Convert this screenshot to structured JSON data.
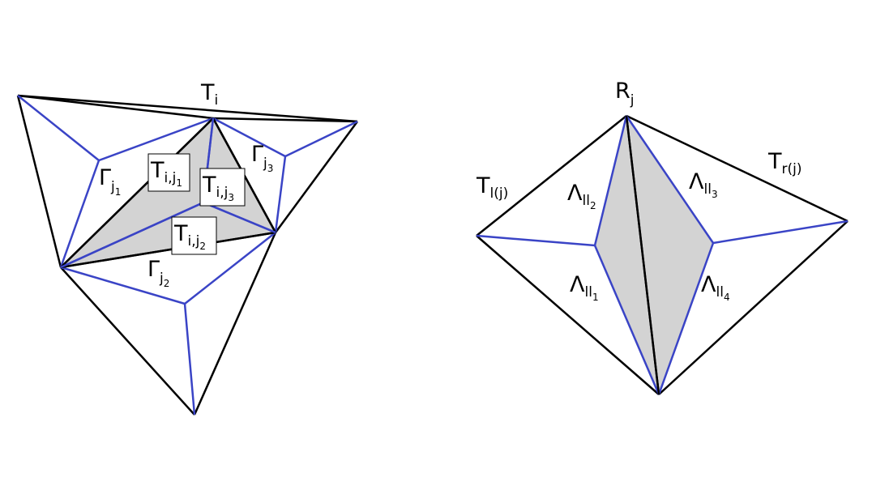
{
  "colors": {
    "primary_edge": "#000000",
    "dual_edge": "#3a44c6",
    "shaded_region": "#d3d3d3",
    "background": "#ffffff"
  },
  "left_diagram": {
    "T_i": {
      "base": "T",
      "sub": "i"
    },
    "Gamma_j1": {
      "base": "Γ",
      "sub": "j",
      "subsub": "1"
    },
    "Gamma_j2": {
      "base": "Γ",
      "sub": "j",
      "subsub": "2"
    },
    "Gamma_j3": {
      "base": "Γ",
      "sub": "j",
      "subsub": "3"
    },
    "T_ij1": {
      "base": "T",
      "sub": "i,j",
      "subsub": "1"
    },
    "T_ij2": {
      "base": "T",
      "sub": "i,j",
      "subsub": "2"
    },
    "T_ij3": {
      "base": "T",
      "sub": "i,j",
      "subsub": "3"
    }
  },
  "right_diagram": {
    "R_j": {
      "base": "R",
      "sub": "j"
    },
    "T_lj": {
      "base": "T",
      "sub": "l(j)"
    },
    "T_rj": {
      "base": "T",
      "sub": "r(j)"
    },
    "Lambda_1": {
      "base": "Λ",
      "sub": "ll",
      "subsub": "1"
    },
    "Lambda_2": {
      "base": "Λ",
      "sub": "ll",
      "subsub": "2"
    },
    "Lambda_3": {
      "base": "Λ",
      "sub": "ll",
      "subsub": "3"
    },
    "Lambda_4": {
      "base": "Λ",
      "sub": "ll",
      "subsub": "4"
    }
  }
}
